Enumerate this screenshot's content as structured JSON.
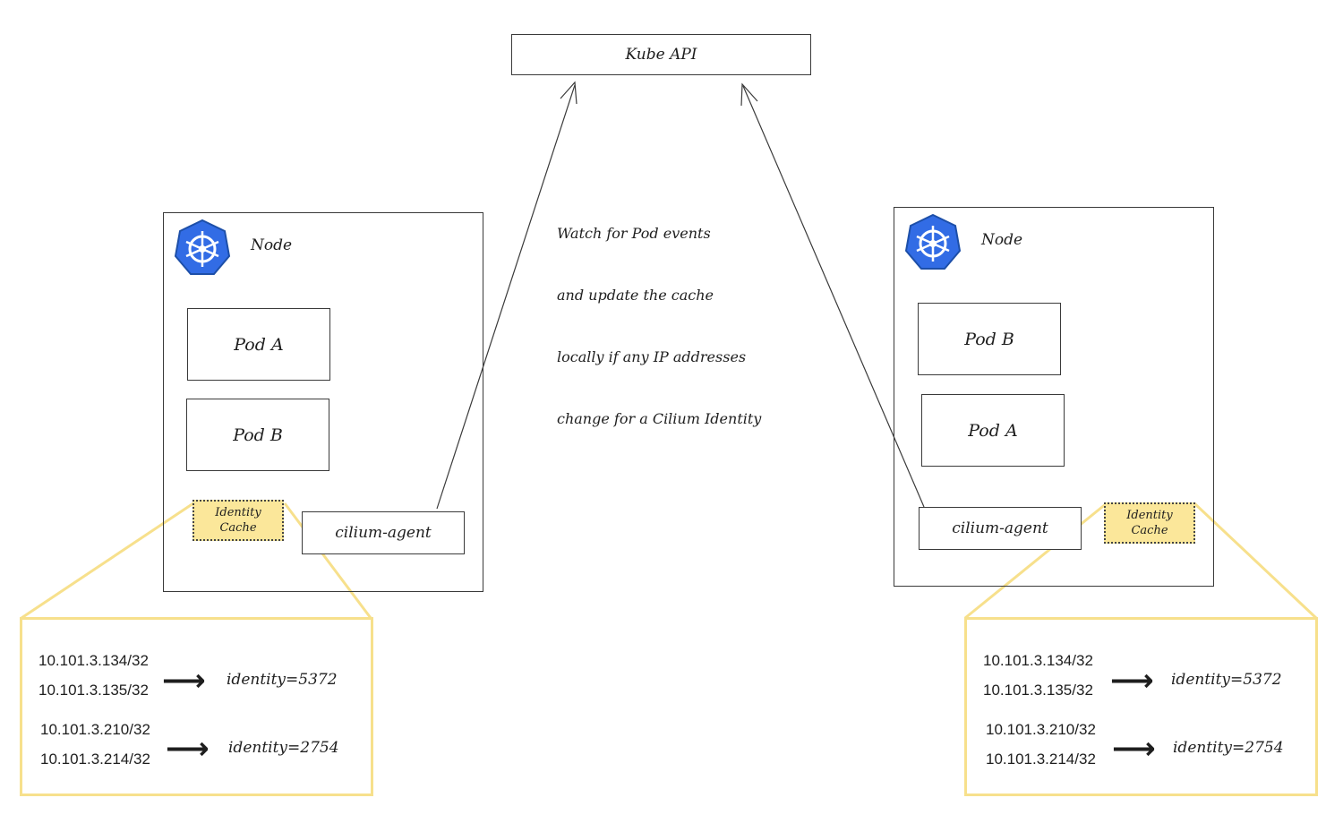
{
  "kube_api": {
    "label": "Kube API"
  },
  "note": {
    "lines": [
      "Watch for Pod events",
      "and update the cache",
      "locally if any IP addresses",
      "change for a Cilium Identity"
    ]
  },
  "left_node": {
    "title": "Node",
    "icon": "kubernetes-helm-icon",
    "pods": [
      "Pod A",
      "Pod B"
    ],
    "cache_line1": "Identity",
    "cache_line2": "Cache",
    "agent": "cilium-agent",
    "entries": [
      {
        "ips": [
          "10.101.3.134/32",
          "10.101.3.135/32"
        ],
        "identity": "identity=5372"
      },
      {
        "ips": [
          "10.101.3.210/32",
          "10.101.3.214/32"
        ],
        "identity": "identity=2754"
      }
    ]
  },
  "right_node": {
    "title": "Node",
    "icon": "kubernetes-helm-icon",
    "pods": [
      "Pod B",
      "Pod A"
    ],
    "cache_line1": "Identity",
    "cache_line2": "Cache",
    "agent": "cilium-agent",
    "entries": [
      {
        "ips": [
          "10.101.3.134/32",
          "10.101.3.135/32"
        ],
        "identity": "identity=5372"
      },
      {
        "ips": [
          "10.101.3.210/32",
          "10.101.3.214/32"
        ],
        "identity": "identity=2754"
      }
    ]
  },
  "colors": {
    "kubernetes_blue": "#326ce5",
    "cache_fill": "#fbe79a",
    "zoom_border": "#f7e08c",
    "line": "#3a3a3a"
  }
}
